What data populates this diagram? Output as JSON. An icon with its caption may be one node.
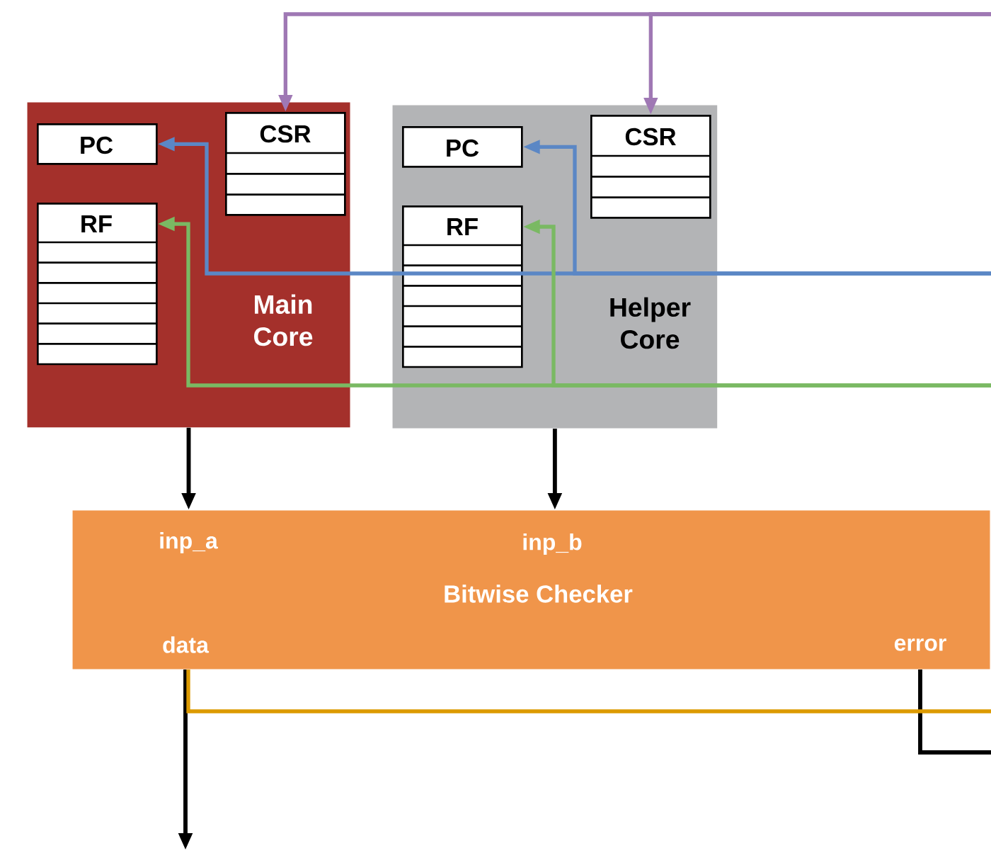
{
  "diagram": {
    "nodes": [
      {
        "text": [
          "Main Core"
        ]
      },
      {
        "text": [
          "PC"
        ],
        "in": 0
      },
      {
        "text": [
          "CSR"
        ],
        "in": 0
      },
      {
        "text": [
          "RF"
        ],
        "in": 0
      },
      {
        "text": [
          "Helper Core"
        ]
      },
      {
        "text": [
          "PC"
        ],
        "in": 4
      },
      {
        "text": [
          "CSR"
        ],
        "in": 4
      },
      {
        "text": [
          "RF"
        ],
        "in": 4
      },
      {
        "text": [
          "inp_a",
          "inp_b",
          "Bitwise Checker",
          "data",
          "error"
        ]
      }
    ],
    "edges": [
      {
        "from": null,
        "to": 2,
        "arrow": "to",
        "color": "#9f78b4"
      },
      {
        "from": null,
        "to": 6,
        "arrow": "to",
        "color": "#9f78b4"
      },
      {
        "from": null,
        "to": 1,
        "arrow": "to",
        "color": "#5b87c5"
      },
      {
        "from": null,
        "to": 5,
        "arrow": "to",
        "color": "#5b87c5"
      },
      {
        "from": null,
        "to": 3,
        "arrow": "to",
        "color": "#7ab963"
      },
      {
        "from": null,
        "to": 7,
        "arrow": "to",
        "color": "#7ab963"
      },
      {
        "from": 0,
        "to": 8,
        "arrow": "to"
      },
      {
        "from": 4,
        "to": 8,
        "arrow": "to"
      },
      {
        "from": 8,
        "to": null,
        "arrow": "to"
      },
      {
        "from": 8,
        "to": null,
        "arrow": "none"
      },
      {
        "from": 8,
        "to": null,
        "arrow": "none",
        "color": "#dc9a00"
      }
    ]
  }
}
